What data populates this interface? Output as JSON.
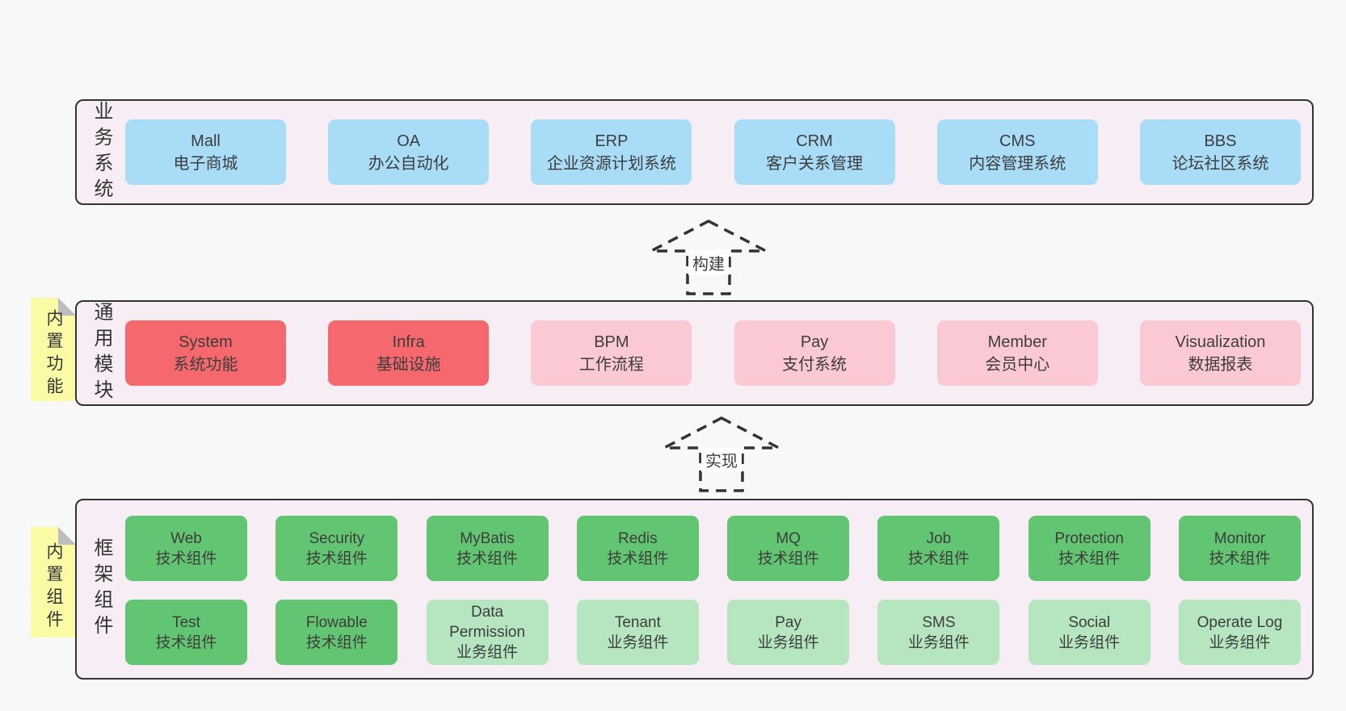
{
  "colors": {
    "page-bg": "#f8f8f8",
    "panel-bg": "#f7edf5",
    "line": "#333333",
    "text": "#3d3d3d",
    "blue": "#a9dcf7",
    "red": "#f5696e",
    "pink": "#fbc9d3",
    "green": "#62c571",
    "lightgreen": "#b6e6bf",
    "sticky": "#fbfba6",
    "fold": "#bdbdbd",
    "arrow-label-bg": "#ffffff"
  },
  "arrows": [
    {
      "label": "构建"
    },
    {
      "label": "实现"
    }
  ],
  "sections": [
    {
      "id": "business",
      "label": "业务系统",
      "sticky": null,
      "rows": [
        [
          {
            "title": "Mall",
            "subtitle": "电子商城",
            "variant": "blue"
          },
          {
            "title": "OA",
            "subtitle": "办公自动化",
            "variant": "blue"
          },
          {
            "title": "ERP",
            "subtitle": "企业资源计划系统",
            "variant": "blue"
          },
          {
            "title": "CRM",
            "subtitle": "客户关系管理",
            "variant": "blue"
          },
          {
            "title": "CMS",
            "subtitle": "内容管理系统",
            "variant": "blue"
          },
          {
            "title": "BBS",
            "subtitle": "论坛社区系统",
            "variant": "blue"
          }
        ]
      ]
    },
    {
      "id": "modules",
      "label": "通用模块",
      "sticky": "内置功能",
      "rows": [
        [
          {
            "title": "System",
            "subtitle": "系统功能",
            "variant": "red"
          },
          {
            "title": "Infra",
            "subtitle": "基础设施",
            "variant": "red"
          },
          {
            "title": "BPM",
            "subtitle": "工作流程",
            "variant": "pink"
          },
          {
            "title": "Pay",
            "subtitle": "支付系统",
            "variant": "pink"
          },
          {
            "title": "Member",
            "subtitle": "会员中心",
            "variant": "pink"
          },
          {
            "title": "Visualization",
            "subtitle": "数据报表",
            "variant": "pink"
          }
        ]
      ]
    },
    {
      "id": "components",
      "label": "框架组件",
      "sticky": "内置组件",
      "rows": [
        [
          {
            "title": "Web",
            "subtitle": "技术组件",
            "variant": "green"
          },
          {
            "title": "Security",
            "subtitle": "技术组件",
            "variant": "green"
          },
          {
            "title": "MyBatis",
            "subtitle": "技术组件",
            "variant": "green"
          },
          {
            "title": "Redis",
            "subtitle": "技术组件",
            "variant": "green"
          },
          {
            "title": "MQ",
            "subtitle": "技术组件",
            "variant": "green"
          },
          {
            "title": "Job",
            "subtitle": "技术组件",
            "variant": "green"
          },
          {
            "title": "Protection",
            "subtitle": "技术组件",
            "variant": "green"
          },
          {
            "title": "Monitor",
            "subtitle": "技术组件",
            "variant": "green"
          }
        ],
        [
          {
            "title": "Test",
            "subtitle": "技术组件",
            "variant": "green"
          },
          {
            "title": "Flowable",
            "subtitle": "技术组件",
            "variant": "green"
          },
          {
            "title": "Data Permission",
            "subtitle": "业务组件",
            "variant": "lightgreen"
          },
          {
            "title": "Tenant",
            "subtitle": "业务组件",
            "variant": "lightgreen"
          },
          {
            "title": "Pay",
            "subtitle": "业务组件",
            "variant": "lightgreen"
          },
          {
            "title": "SMS",
            "subtitle": "业务组件",
            "variant": "lightgreen"
          },
          {
            "title": "Social",
            "subtitle": "业务组件",
            "variant": "lightgreen"
          },
          {
            "title": "Operate Log",
            "subtitle": "业务组件",
            "variant": "lightgreen"
          }
        ]
      ]
    }
  ]
}
